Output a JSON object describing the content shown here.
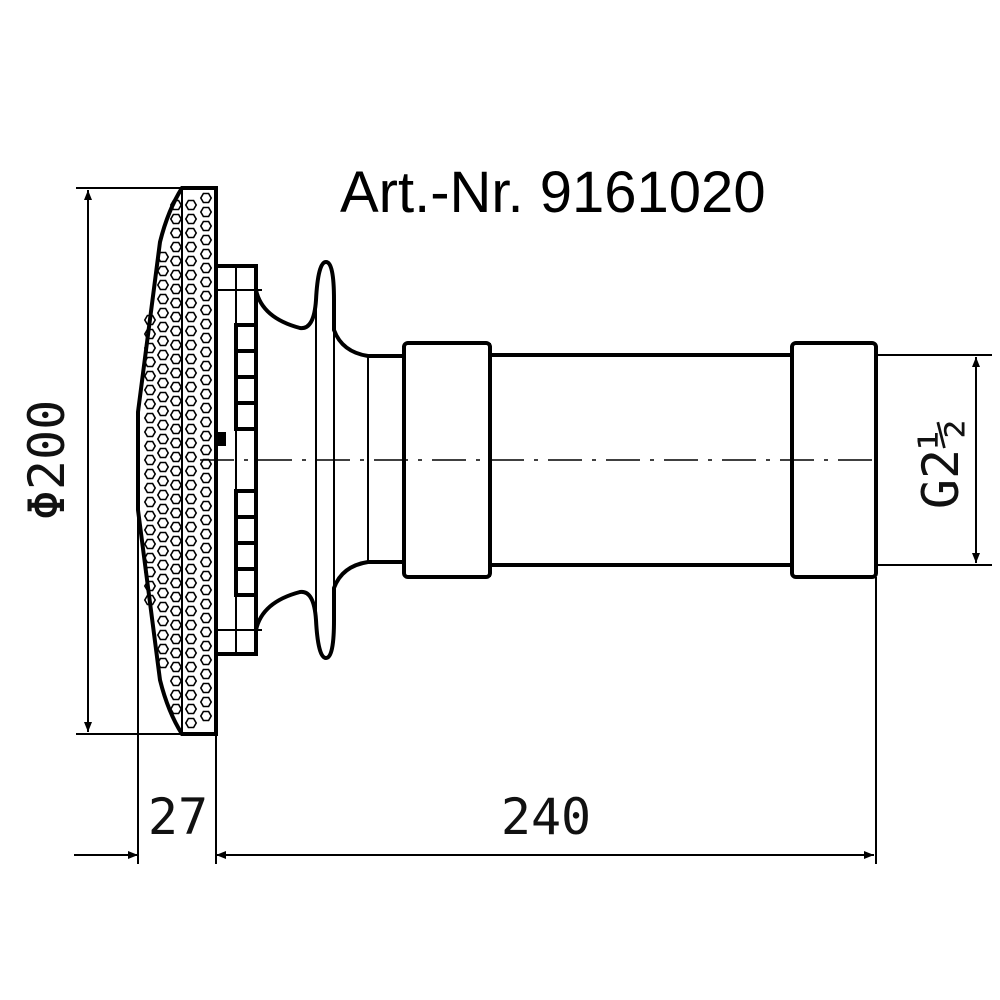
{
  "title": "Art.-Nr. 9161020",
  "dimensions": {
    "diameter": "Φ200",
    "thread": "G2½",
    "depth": "27",
    "length": "240"
  },
  "colors": {
    "line": "#000000",
    "background": "#ffffff"
  }
}
